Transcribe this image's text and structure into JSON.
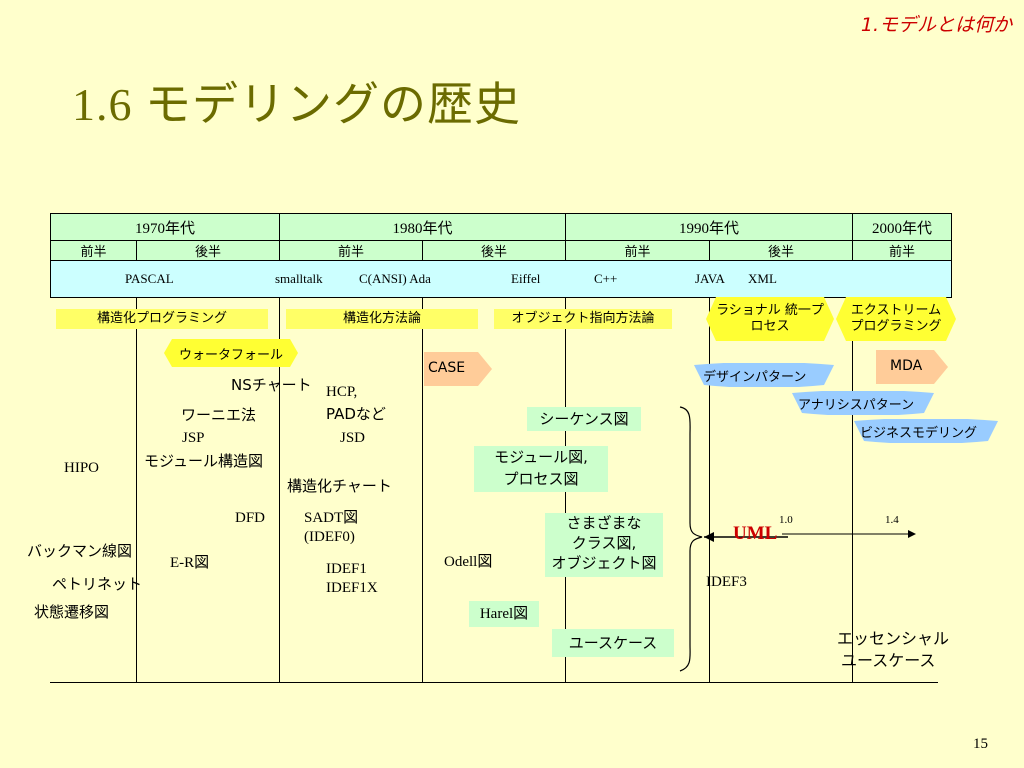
{
  "chapter": "1.モデルとは何か",
  "title": "1.6 モデリングの歴史",
  "page_number": "15",
  "timeline": {
    "decades": [
      "1970年代",
      "1980年代",
      "1990年代",
      "2000年代"
    ],
    "halves": [
      "前半",
      "後半",
      "前半",
      "後半",
      "前半",
      "後半",
      "前半"
    ],
    "languages": [
      "PASCAL",
      "smalltalk",
      "C(ANSI) Ada",
      "Eiffel",
      "C++",
      "JAVA",
      "XML"
    ]
  },
  "categories": {
    "structured_programming": "構造化プログラミング",
    "structured_method": "構造化方法論",
    "oo_method": "オブジェクト指向方法論",
    "rup": "ラショナル 統一プロセス",
    "xp": "エクストリーム プログラミング"
  },
  "items": {
    "waterfall": "ウォータフォール",
    "case": "CASE",
    "mda": "MDA",
    "design_pattern": "デザインパターン",
    "analysis_pattern": "アナリシスパターン",
    "business_modeling": "ビジネスモデリング",
    "ns_chart": "NSチャート",
    "hcp": "HCP,",
    "pad": "PADなど",
    "warnier": "ワーニエ法",
    "jsp": "JSP",
    "jsd": "JSD",
    "module_structure": "モジュール構造図",
    "hipo": "HIPO",
    "structured_chart": "構造化チャート",
    "dfd": "DFD",
    "sadt": "SADT図",
    "idef0": "(IDEF0)",
    "bachman": "バックマン線図",
    "er": "E-R図",
    "idef1": "IDEF1",
    "idef1x": "IDEF1X",
    "petri": "ペトリネット",
    "state_transition": "状態遷移図",
    "odell": "Odell図",
    "harel": "Harel図",
    "sequence": "シーケンス図",
    "module_process_1": "モジュール図,",
    "module_process_2": "プロセス図",
    "class_1": "さまざまな",
    "class_2": "クラス図,",
    "class_3": "オブジェクト図",
    "usecase": "ユースケース",
    "uml": "UML",
    "uml_v1": "1.0",
    "uml_v2": "1.4",
    "idef3": "IDEF3",
    "essential_1": "エッセンシャル",
    "essential_2": "ユースケース"
  }
}
